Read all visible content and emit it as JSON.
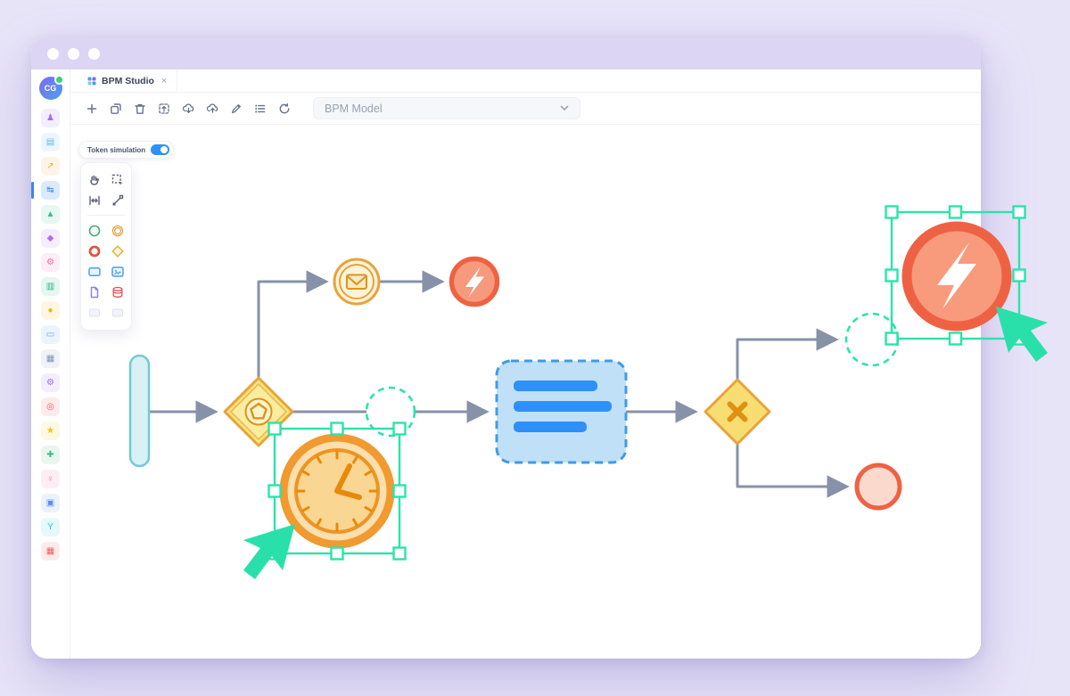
{
  "titlebar": {
    "buttons": [
      "close",
      "minimize",
      "maximize"
    ]
  },
  "tab": {
    "label": "BPM Studio",
    "close_glyph": "×"
  },
  "toolbar": {
    "buttons": [
      "add",
      "duplicate",
      "delete",
      "export-frame",
      "cloud-download",
      "cloud-upload",
      "edit",
      "list",
      "refresh"
    ],
    "model_select": {
      "value": "BPM Model"
    }
  },
  "token_simulation": {
    "label": "Token simulation",
    "enabled": true
  },
  "sidebar": {
    "logo_text": "CG",
    "items": [
      {
        "name": "team",
        "glyph": "♟",
        "color": "#a06ef5"
      },
      {
        "name": "inbox",
        "glyph": "▤",
        "color": "#64b5f6"
      },
      {
        "name": "analytics",
        "glyph": "↗",
        "color": "#f2a33c"
      },
      {
        "name": "workflows",
        "glyph": "↹",
        "color": "#4a90f5",
        "active": true
      },
      {
        "name": "metrics",
        "glyph": "▲",
        "color": "#34c38f"
      },
      {
        "name": "catalog",
        "glyph": "◆",
        "color": "#b06ef0"
      },
      {
        "name": "automation",
        "glyph": "⚙",
        "color": "#ec6ead"
      },
      {
        "name": "stack",
        "glyph": "▥",
        "color": "#2fb380"
      },
      {
        "name": "tokens",
        "glyph": "●",
        "color": "#f2b705"
      },
      {
        "name": "documents",
        "glyph": "▭",
        "color": "#58a6f0"
      },
      {
        "name": "calendar",
        "glyph": "▦",
        "color": "#7e93b8"
      },
      {
        "name": "preferences",
        "glyph": "⚙",
        "color": "#9d6ef5"
      },
      {
        "name": "targets",
        "glyph": "◎",
        "color": "#f05d5d"
      },
      {
        "name": "highlights",
        "glyph": "★",
        "color": "#f2c307"
      },
      {
        "name": "health",
        "glyph": "✚",
        "color": "#3bbf7e"
      },
      {
        "name": "profile",
        "glyph": "♀",
        "color": "#f073a8"
      },
      {
        "name": "library",
        "glyph": "▣",
        "color": "#5b8df2"
      },
      {
        "name": "branches",
        "glyph": "Y",
        "color": "#27c6d9"
      },
      {
        "name": "apps",
        "glyph": "▦",
        "color": "#f05d5d"
      }
    ]
  },
  "palette": {
    "tools": [
      "hand-tool",
      "lasso-tool",
      "space-tool",
      "global-connect-tool",
      "start-event",
      "intermediate-event",
      "end-event",
      "gateway",
      "task",
      "subprocess",
      "data-object",
      "data-store",
      "placeholder",
      "placeholder"
    ]
  },
  "diagram": {
    "selection_color": "#2be3ab",
    "flow_color": "#8792a8",
    "accent_orange": "#e8a33b",
    "accent_salmon": "#ee6243",
    "accent_blue": "#2e90fa",
    "nodes": [
      {
        "id": "participant-band",
        "type": "participant"
      },
      {
        "id": "event-gateway",
        "type": "event-based-gateway"
      },
      {
        "id": "message-event",
        "type": "message-intermediate-catch-event"
      },
      {
        "id": "error-end-top",
        "type": "error-end-event"
      },
      {
        "id": "drop-target-1",
        "type": "drop-placeholder"
      },
      {
        "id": "annotated-task",
        "type": "task",
        "border": "dashed"
      },
      {
        "id": "exclusive-gateway",
        "type": "exclusive-gateway"
      },
      {
        "id": "drop-target-2",
        "type": "drop-placeholder"
      },
      {
        "id": "error-end-selected",
        "type": "error-end-event",
        "selected": true
      },
      {
        "id": "end-event",
        "type": "end-event"
      },
      {
        "id": "timer-event",
        "type": "timer-intermediate-event",
        "selected": true
      }
    ],
    "flows": [
      "participant-band → event-gateway",
      "event-gateway → message-event",
      "message-event → error-end-top",
      "event-gateway → annotated-task",
      "annotated-task → exclusive-gateway",
      "exclusive-gateway → drop-target-2",
      "exclusive-gateway → end-event"
    ],
    "cursors": 2
  }
}
